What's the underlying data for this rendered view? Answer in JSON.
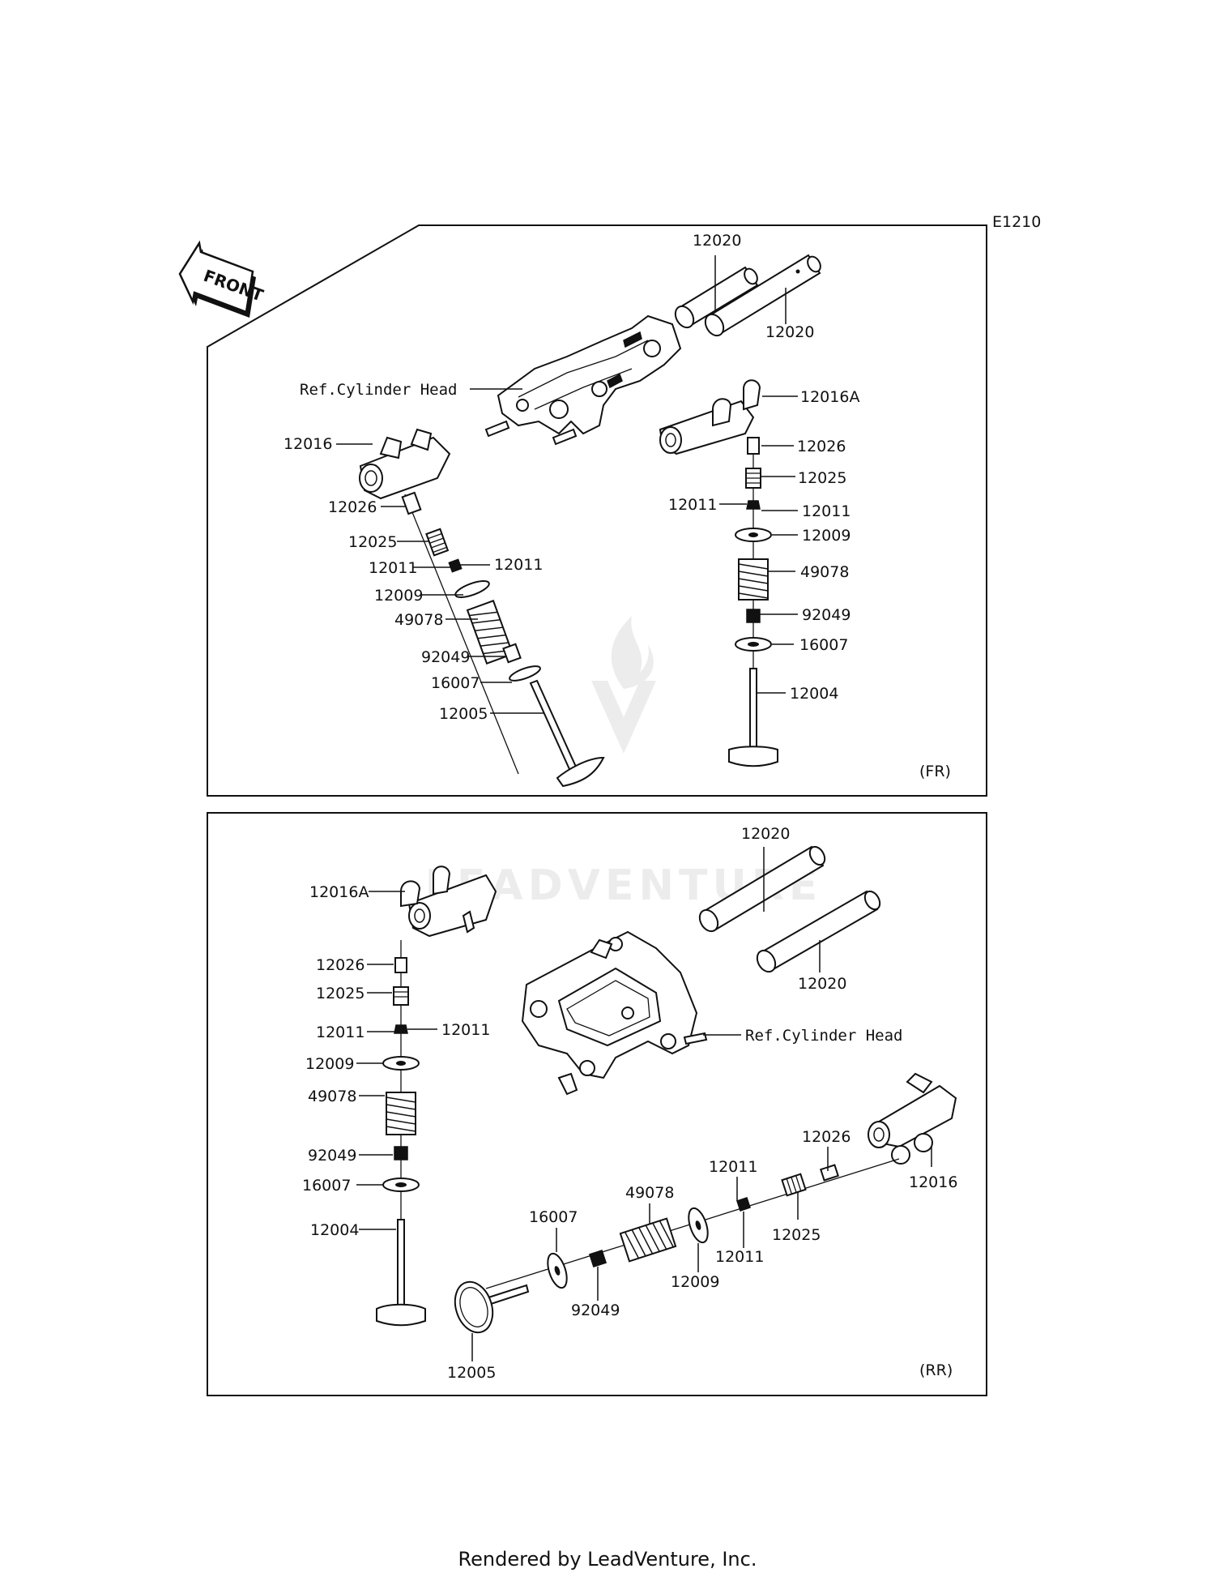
{
  "diagram": {
    "code": "E1210",
    "front_label": "FRONT",
    "watermark": "LEADVENTURE",
    "panels": {
      "fr": {
        "tag": "(FR)",
        "labels": {
          "shaft_a": "12020",
          "shaft_b": "12020",
          "ref_head": "Ref.Cylinder Head",
          "arm_left": "12016",
          "arm_right": "12016A",
          "l_adj": "12026",
          "l_nut": "12025",
          "l_keeper_a": "12011",
          "l_keeper_b": "12011",
          "l_retainer": "12009",
          "l_spring": "49078",
          "l_seal": "92049",
          "l_seat": "16007",
          "l_valve": "12005",
          "r_adj": "12026",
          "r_nut": "12025",
          "r_keeper_a": "12011",
          "r_keeper_b": "12011",
          "r_retainer": "12009",
          "r_spring": "49078",
          "r_seal": "92049",
          "r_seat": "16007",
          "r_valve": "12004"
        }
      },
      "rr": {
        "tag": "(RR)",
        "labels": {
          "shaft_a": "12020",
          "shaft_b": "12020",
          "ref_head": "Ref.Cylinder Head",
          "arm_left": "12016A",
          "l_adj": "12026",
          "l_nut": "12025",
          "l_keeper_a": "12011",
          "l_keeper_b": "12011",
          "l_retainer": "12009",
          "l_spring": "49078",
          "l_seal": "92049",
          "l_seat": "16007",
          "l_valve": "12004",
          "arm_right": "12016",
          "h_adj": "12026",
          "h_nut": "12025",
          "h_keeper_a": "12011",
          "h_keeper_b": "12011",
          "h_retainer": "12009",
          "h_spring": "49078",
          "h_seal": "92049",
          "h_seat": "16007",
          "h_valve": "12005"
        }
      }
    }
  },
  "footer": "Rendered by LeadVenture, Inc."
}
